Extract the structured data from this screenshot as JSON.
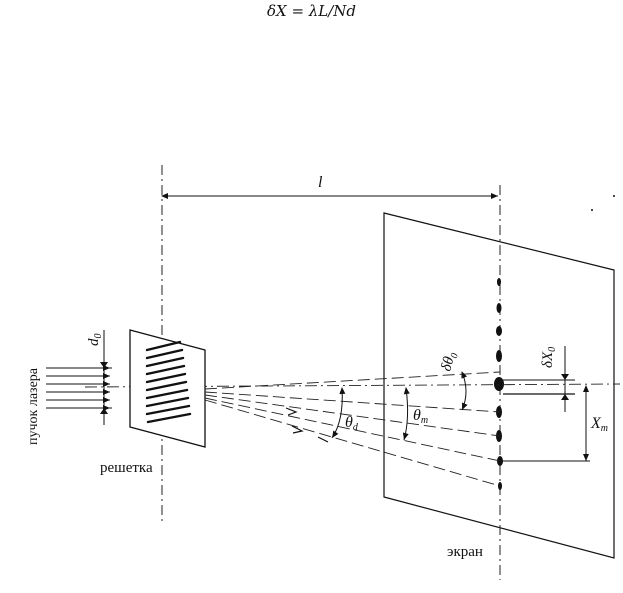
{
  "formula": "δX = λL/Nd",
  "labels": {
    "distance": "l",
    "beam": "пучок лазера",
    "beam_width": "d",
    "beam_width_sub": "0",
    "grating": "решетка",
    "screen": "экран",
    "delta_theta": "δθ",
    "delta_theta_sub": "0",
    "delta_x": "δX",
    "delta_x_sub": "0",
    "theta_d": "θ",
    "theta_d_sub": "d",
    "theta_m": "θ",
    "theta_m_sub": "m",
    "x_m": "X",
    "x_m_sub": "m"
  }
}
